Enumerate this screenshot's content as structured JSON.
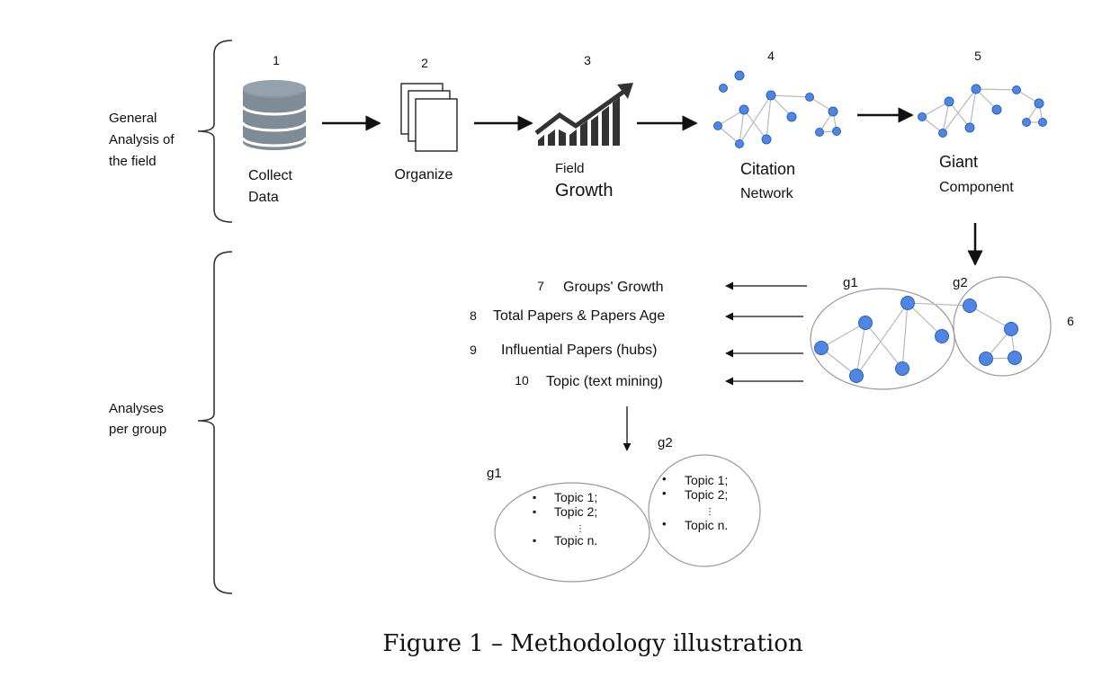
{
  "steps": [
    {
      "number": "1",
      "line1": "Collect",
      "line2": "Data"
    },
    {
      "number": "2",
      "line1": "Organize",
      "line2": ""
    },
    {
      "number": "3",
      "line1": "Field",
      "line2": "Growth"
    },
    {
      "number": "4",
      "line1": "Citation",
      "line2": "Network"
    },
    {
      "number": "5",
      "line1": "Giant",
      "line2": "Component"
    }
  ],
  "step6_number": "6",
  "brackets": {
    "general": [
      "General",
      "Analysis of",
      "the field"
    ],
    "groups": [
      "Analyses",
      "per group"
    ]
  },
  "group_labels": {
    "g1": "g1",
    "g2": "g2"
  },
  "analyses": [
    {
      "number": "7",
      "label": "Groups' Growth"
    },
    {
      "number": "8",
      "label": "Total Papers & Papers Age"
    },
    {
      "number": "9",
      "label": "Influential Papers (hubs)"
    },
    {
      "number": "10",
      "label": "Topic (text mining)"
    }
  ],
  "topics": {
    "g1": {
      "label": "g1",
      "items": [
        "Topic 1;",
        "Topic 2;",
        "Topic n."
      ],
      "bullet": "▪"
    },
    "g2": {
      "label": "g2",
      "items": [
        "Topic 1;",
        "Topic 2;",
        "Topic n."
      ],
      "bullet": "•"
    },
    "ellipsis": "⋮"
  },
  "caption": "Figure 1 – Methodology illustration"
}
